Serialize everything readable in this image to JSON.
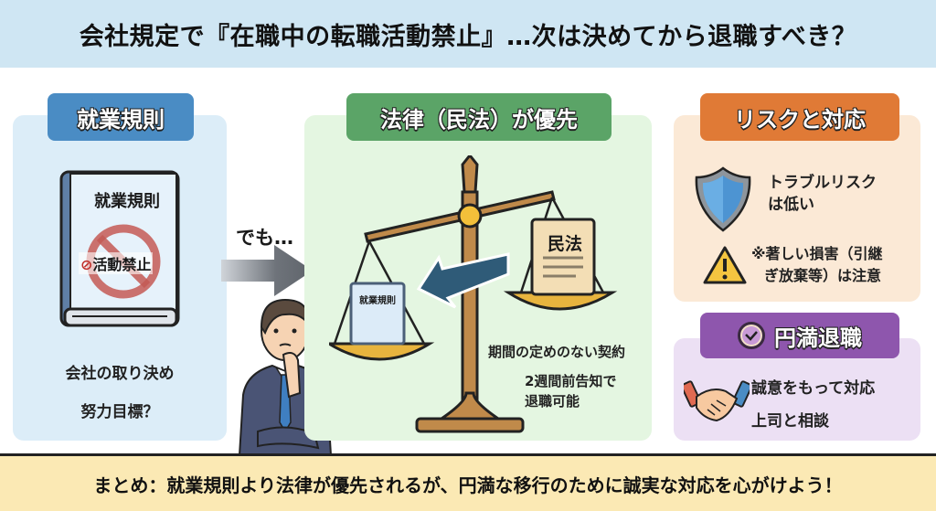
{
  "title": "会社規定で『在職中の転職活動禁止』…次は決めてから退職すべき？",
  "left_panel": {
    "banner": "就業規則",
    "book_title": "就業規則",
    "book_stamp": "活動禁止",
    "caption_1": "会社の取り決め",
    "caption_2": "努力目標？"
  },
  "transition": {
    "label": "でも…"
  },
  "middle_panel": {
    "banner": "法律（民法）が優先",
    "scale_left_item": "就業規則",
    "scale_right_item": "民法",
    "note_1": "期間の定めのない契約",
    "note_2_line1": "2週間前告知で",
    "note_2_line2": "退職可能"
  },
  "risk_panel": {
    "banner": "リスクと対応",
    "item1_line1": "トラブルリスク",
    "item1_line2": "は低い",
    "item2_line1": "※著しい損害（引継",
    "item2_line2": "ぎ放棄等）は注意"
  },
  "exit_panel": {
    "banner": "円満退職",
    "item1": "誠意をもって対応",
    "item2": "上司と相談"
  },
  "summary": "まとめ：就業規則より法律が優先されるが、円満な移行のために誠実な対応を心がけよう！",
  "colors": {
    "title_bg": "#cfe6f3",
    "left_banner": "#4a8cc4",
    "mid_banner": "#5ba467",
    "risk_banner": "#e07a36",
    "exit_banner": "#8e56ad",
    "summary_bg": "#fbe9b4"
  }
}
